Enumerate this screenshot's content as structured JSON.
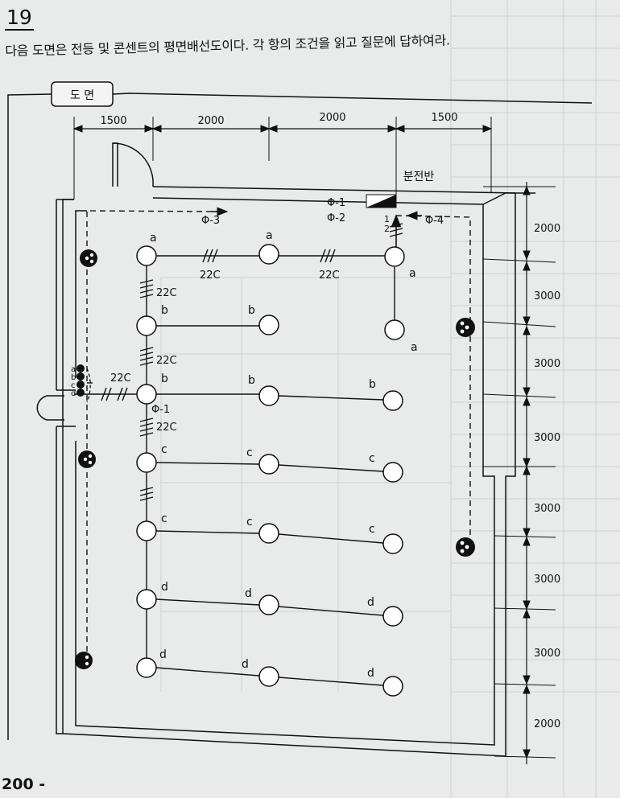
{
  "question": {
    "number": "19",
    "text": "다음 도면은 전등 및 콘센트의 평면배선도이다.  각 항의 조건을 읽고 질문에 답하여라."
  },
  "drawing": {
    "tag": "도 면",
    "panel_label": "분전반",
    "top_dimensions": [
      "1500",
      "2000",
      "2000",
      "1500"
    ],
    "right_dimensions": [
      "2000",
      "3000",
      "3000",
      "3000",
      "3000",
      "3000",
      "3000",
      "2000"
    ],
    "circuit_labels": {
      "c1": "Φ-1",
      "c2": "Φ-2",
      "c3": "Φ-3",
      "c4": "Φ-4",
      "inner_c1": "Φ-1"
    },
    "home_run": [
      "1",
      "2"
    ],
    "wire_labels": [
      "22C",
      "22C",
      "22C",
      "22C",
      "22C",
      "22C"
    ],
    "switch_letters": [
      "a",
      "b",
      "c",
      "d"
    ],
    "fixture_letters": {
      "row1": [
        "a",
        "a",
        "a",
        "a"
      ],
      "row2": [
        "b",
        "b"
      ],
      "row3": [
        "b",
        "b",
        "b"
      ],
      "row4": [
        "c",
        "c",
        "c"
      ],
      "row5": [
        "c",
        "c",
        "c"
      ],
      "row6": [
        "d",
        "d",
        "d"
      ],
      "row7": [
        "d",
        "d",
        "d"
      ]
    }
  },
  "page": {
    "footer": "200 -"
  }
}
